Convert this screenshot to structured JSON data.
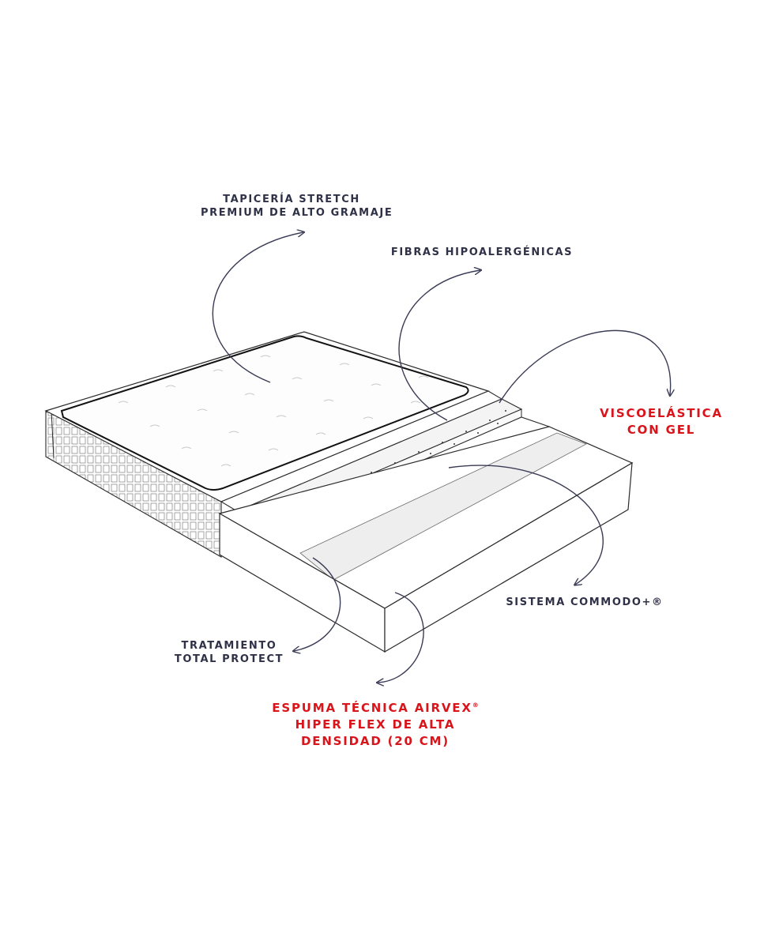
{
  "colors": {
    "label_dark": "#2f3147",
    "label_red": "#d9141b",
    "line": "#2a2a2a",
    "arrow": "#3a3b55"
  },
  "labels": {
    "tapiceria": {
      "line1": "TAPICERÍA STRETCH",
      "line2": "PREMIUM DE ALTO GRAMAJE"
    },
    "fibras": {
      "line1": "FIBRAS HIPOALERGÉNICAS"
    },
    "visco": {
      "line1": "VISCOELÁSTICA",
      "line2": "CON GEL"
    },
    "sistema": {
      "line1": "SISTEMA COMMODO+®"
    },
    "tratamiento": {
      "line1": "TRATAMIENTO",
      "line2": "TOTAL PROTECT"
    },
    "espuma": {
      "line1": "ESPUMA TÉCNICA AIRVEX",
      "line1_mark": "®",
      "line2": "HIPER FLEX DE ALTA",
      "line3": "DENSIDAD (20 CM)"
    }
  }
}
